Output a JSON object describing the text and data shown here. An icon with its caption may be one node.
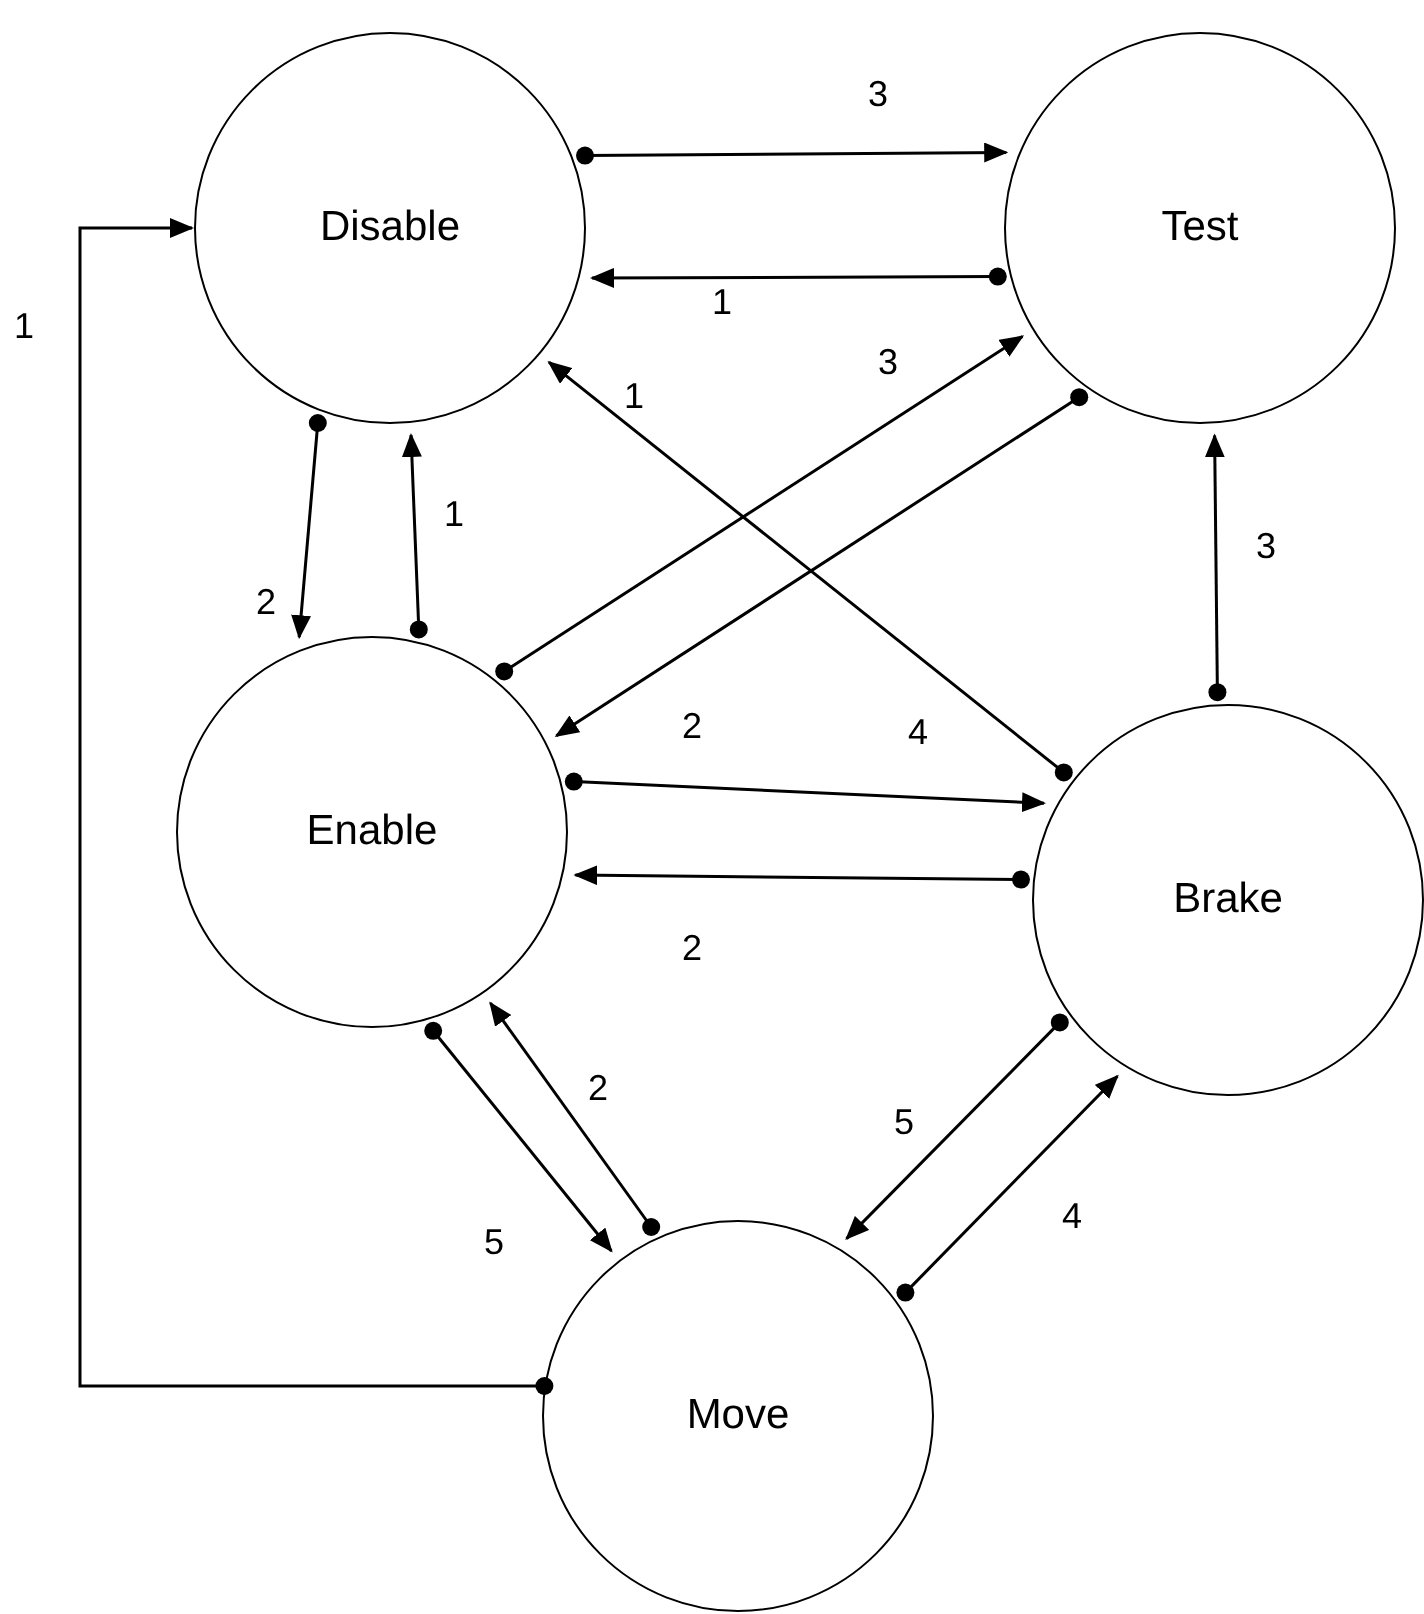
{
  "diagram": {
    "nodes": [
      {
        "text": [
          "Disable"
        ]
      },
      {
        "text": [
          "Test"
        ]
      },
      {
        "text": [
          "Enable"
        ]
      },
      {
        "text": [
          "Brake"
        ]
      },
      {
        "text": [
          "Move"
        ]
      }
    ],
    "edges": [
      {
        "from": 0,
        "to": 1,
        "arrow": "to",
        "label": "3"
      },
      {
        "from": 1,
        "to": 0,
        "arrow": "to",
        "label": "1"
      },
      {
        "from": 2,
        "to": 1,
        "arrow": "to",
        "label": "3"
      },
      {
        "from": 1,
        "to": 2,
        "arrow": "to",
        "label": "2"
      },
      {
        "from": 3,
        "to": 0,
        "arrow": "to",
        "label": "1"
      },
      {
        "from": 0,
        "to": 2,
        "arrow": "to",
        "label": "2"
      },
      {
        "from": 2,
        "to": 0,
        "arrow": "to",
        "label": "1"
      },
      {
        "from": 3,
        "to": 1,
        "arrow": "to",
        "label": "3"
      },
      {
        "from": 2,
        "to": 3,
        "arrow": "to",
        "label": "4"
      },
      {
        "from": 3,
        "to": 2,
        "arrow": "to",
        "label": "2"
      },
      {
        "from": 4,
        "to": 2,
        "arrow": "to",
        "label": "2"
      },
      {
        "from": 2,
        "to": 4,
        "arrow": "to",
        "label": "5"
      },
      {
        "from": 3,
        "to": 4,
        "arrow": "to",
        "label": "5"
      },
      {
        "from": 4,
        "to": 3,
        "arrow": "to",
        "label": "4"
      },
      {
        "from": 4,
        "to": 0,
        "arrow": "to",
        "label": "1"
      }
    ]
  }
}
